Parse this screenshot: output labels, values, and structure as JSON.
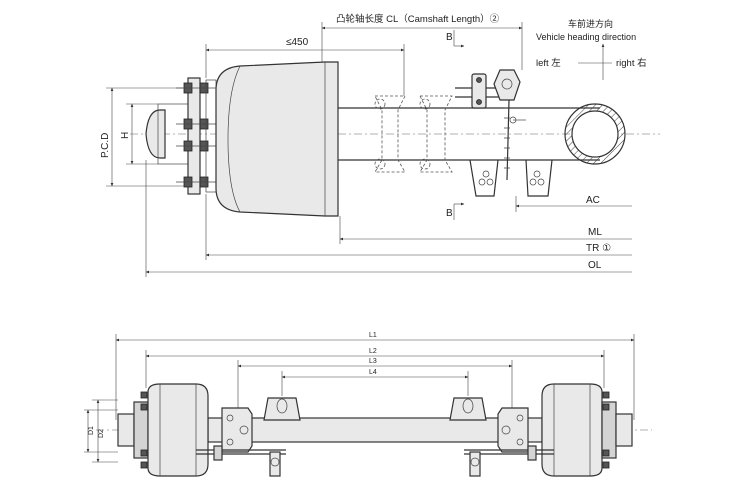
{
  "labels": {
    "camshaft_length": "凸轮轴长度 CL（Camshaft Length）②",
    "vehicle_heading_cn": "车前进方向",
    "vehicle_heading_en": "Vehicle heading direction",
    "left": "left 左",
    "right": "right 右",
    "max_450": "≤450",
    "section_b_top": "B",
    "section_b_bottom": "B",
    "pcd": "P.C.D",
    "h": "H",
    "ac": "AC",
    "ml": "ML",
    "tr": "TR ①",
    "ol": "OL",
    "l1": "L1",
    "l2": "L2",
    "l3": "L3",
    "l4": "L4",
    "d1": "D1",
    "d2": "D2"
  }
}
